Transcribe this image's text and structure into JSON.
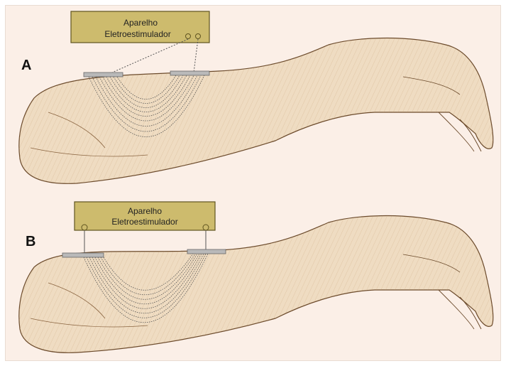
{
  "panels": [
    {
      "letter": "A",
      "device": {
        "line1": "Aparelho",
        "line2": "Eletroestimulador"
      }
    },
    {
      "letter": "B",
      "device": {
        "line1": "Aparelho",
        "line2": "Eletroestimulador"
      }
    }
  ],
  "colors": {
    "background": "#fbefe7",
    "device_fill": "#cdbb6d",
    "device_stroke": "#5f5420",
    "skin": "#efdcc2",
    "skin_shadow": "#c49a6c",
    "ink": "#6b4a2b",
    "electrode": "#b9b9b9",
    "current_lines": "#555555"
  },
  "icons": [
    "forearm-illustration",
    "electrode-pad",
    "connector-terminal"
  ]
}
